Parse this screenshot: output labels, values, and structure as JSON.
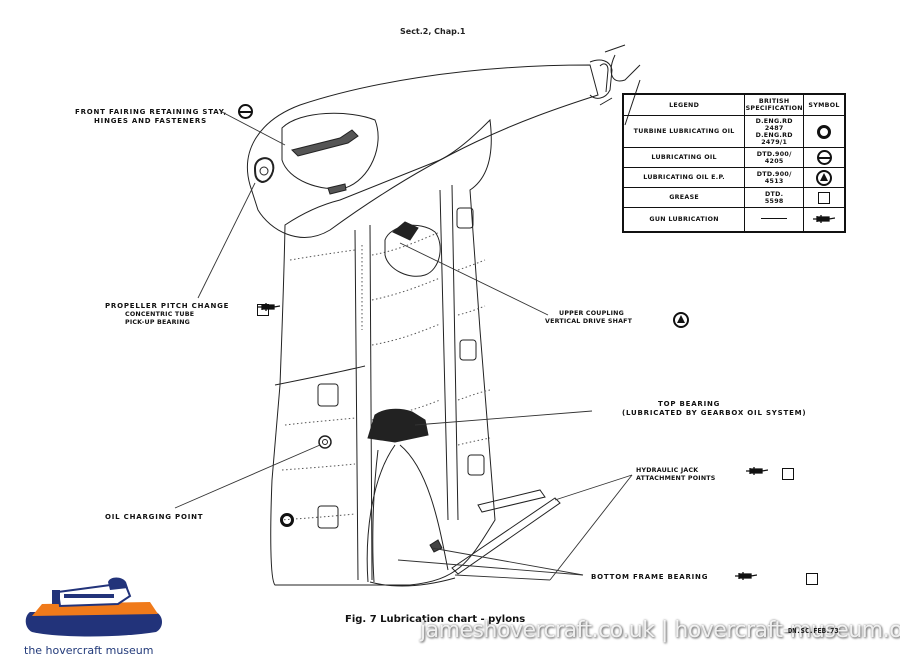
{
  "page": {
    "section_header": "Sect.2, Chap.1",
    "figure_caption": "Fig. 7 Lubrication chart - pylons",
    "reference_code": "DN.SC.FEB.73"
  },
  "legend_table": {
    "headers": [
      "LEGEND",
      "BRITISH SPECIFICATION",
      "SYMBOL"
    ],
    "rows": [
      {
        "legend": "TURBINE LUBRICATING OIL",
        "spec_line1": "D.ENG.RD 2487",
        "spec_line2": "D.ENG.RD 2479/1",
        "symbol": "circle-ring"
      },
      {
        "legend": "LUBRICATING OIL",
        "spec_line1": "DTD.900/",
        "spec_line2": "4205",
        "symbol": "circle-bar"
      },
      {
        "legend": "LUBRICATING OIL E.P.",
        "spec_line1": "DTD.900/",
        "spec_line2": "4513",
        "symbol": "circle-triangle"
      },
      {
        "legend": "GREASE",
        "spec_line1": "DTD.",
        "spec_line2": "5598",
        "symbol": "square"
      },
      {
        "legend": "GUN LUBRICATION",
        "spec_line1": "",
        "spec_line2": "",
        "symbol": "grease-gun"
      }
    ]
  },
  "callouts": {
    "front_fairing": {
      "line1": "FRONT FAIRING RETAINING STAY,",
      "line2": "HINGES AND FASTENERS",
      "symbols": [
        "circle-bar"
      ]
    },
    "propeller_pitch": {
      "line1": "PROPELLER PITCH CHANGE",
      "line2": "CONCENTRIC TUBE",
      "line3": "PICK-UP BEARING",
      "symbols": [
        "square",
        "grease-gun"
      ]
    },
    "upper_coupling": {
      "line1": "UPPER COUPLING",
      "line2": "VERTICAL DRIVE SHAFT",
      "symbols": [
        "circle-triangle"
      ]
    },
    "top_bearing": {
      "line1": "TOP BEARING",
      "line2": "(LUBRICATED BY GEARBOX OIL SYSTEM)",
      "symbols": []
    },
    "hydraulic_jack": {
      "line1": "HYDRAULIC JACK",
      "line2": "ATTACHMENT POINTS",
      "symbols": [
        "square",
        "grease-gun"
      ]
    },
    "oil_charging": {
      "line1": "OIL CHARGING POINT",
      "symbols": [
        "circle-ring"
      ]
    },
    "bottom_frame": {
      "line1": "BOTTOM FRAME BEARING",
      "symbols": [
        "square",
        "grease-gun"
      ]
    }
  },
  "watermark": {
    "text": "jameshovercraft.co.uk | hovercraft-museum.org",
    "logo_text": "the hovercraft museum",
    "colors": {
      "orange": "#f07a1a",
      "navy": "#22337a"
    }
  }
}
